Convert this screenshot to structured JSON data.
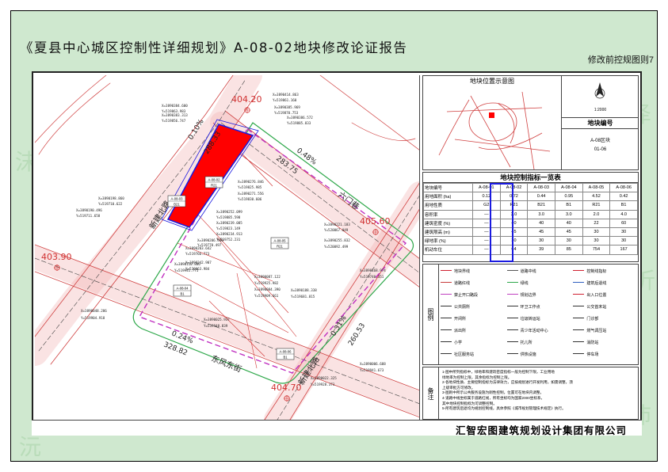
{
  "title": "《夏县中心城区控制性详细规划》A-08-02地块修改论证报告",
  "subtitle": "修改前控规图则7",
  "company": "汇智宏图建筑规划设计集团有限公司",
  "map": {
    "elevations": [
      "404.20",
      "403.90",
      "405.60",
      "404.70"
    ],
    "slopes": [
      "0.10%",
      "0.48%",
      "0.31%",
      "0.24%"
    ],
    "lengths": [
      "288.33",
      "283.75",
      "260.53",
      "328.82"
    ],
    "streets": [
      "新建北路",
      "六门巷",
      "东风东街",
      "新建北路"
    ],
    "plots": [
      {
        "id": "A-08-02",
        "use": "R21"
      },
      {
        "id": "A-08-03",
        "use": "B21"
      },
      {
        "id": "A-08-05",
        "use": "R21"
      },
      {
        "id": "A-08-04",
        "use": "B1"
      },
      {
        "id": "A-08-06",
        "use": "B1"
      }
    ],
    "coords": [
      "X=3890414.863",
      "Y=519861.160",
      "X=3890384.600",
      "Y=519863.983",
      "X=3890383.313",
      "Y=519856.747",
      "X=3890385.969",
      "Y=519870.753",
      "X=3890386.572",
      "Y=519885.833",
      "X=3890276.846",
      "Y=519825.985",
      "X=3890271.556",
      "Y=519830.606",
      "X=3890198.860",
      "Y=519710.622",
      "X=3890190.496",
      "Y=519711.658",
      "X=3890252.099",
      "Y=519885.598",
      "X=3890239.085",
      "Y=519823.149",
      "X=3890234.913",
      "Y=519752.231",
      "X=3890206.510",
      "Y=519770.497",
      "X=3890203.642",
      "Y=519766.773",
      "X=3890242.907",
      "Y=520063.984",
      "X=3890221.183",
      "Y=520067.049",
      "X=3890255.832",
      "Y=520092.499",
      "X=3890168.974",
      "Y=519740.351",
      "X=3890110.886",
      "Y=519941.771",
      "X=3890087.122",
      "Y=519925.982",
      "X=3890084.390",
      "Y=519909.661",
      "X=3890188.338",
      "Y=519681.815",
      "X=3890048.286",
      "Y=519904.918",
      "X=3890025.937",
      "Y=519948.839",
      "X=3890006.688",
      "Y=519941.673",
      "X=3890022.325",
      "Y=519928.373"
    ]
  },
  "minimap": {
    "title": "地块位置示意图",
    "scale": "1:2000"
  },
  "index": {
    "title": "地块编号",
    "value_line1": "A-08区块",
    "value_line2": "01-06"
  },
  "table": {
    "title": "地块控制指标一览表",
    "rows": [
      [
        "地块编号",
        "A-08-01",
        "A-08-02",
        "A-08-03",
        "A-08-04",
        "A-08-05",
        "A-08-06"
      ],
      [
        "用地面积 (ha)",
        "0.12",
        "0.72",
        "0.44",
        "0.95",
        "4.52",
        "0.42"
      ],
      [
        "用地性质",
        "G2",
        "R21",
        "B21",
        "B1",
        "R21",
        "B1"
      ],
      [
        "容积率",
        "—",
        "3.0",
        "3.0",
        "3.0",
        "2.0",
        "4.0"
      ],
      [
        "建筑密度 (%)",
        "—",
        "40",
        "40",
        "40",
        "22",
        "60"
      ],
      [
        "建筑限高 (m)",
        "—",
        "45",
        "45",
        "45",
        "30",
        "30"
      ],
      [
        "绿地率 (%)",
        "—",
        "30",
        "30",
        "30",
        "30",
        "30"
      ],
      [
        "机动车位",
        "—",
        "64",
        "39",
        "85",
        "754",
        "167"
      ]
    ]
  },
  "legend": {
    "title": "图例",
    "items": [
      {
        "label": "地块界线",
        "color": "#d02030"
      },
      {
        "label": "道路中线",
        "color": "#555555"
      },
      {
        "label": "控制线指标",
        "color": "#d02030"
      },
      {
        "label": "道路红线",
        "color": "#c83c3c"
      },
      {
        "label": "绿线",
        "color": "#2ea84a"
      },
      {
        "label": "建筑后退线",
        "color": "#3060c0"
      },
      {
        "label": "禁止开口路段",
        "color": "#c040c0"
      },
      {
        "label": "规划边界",
        "color": "#c040c0"
      },
      {
        "label": "出入口位置",
        "color": "#d02030"
      },
      {
        "label": "公共厕所",
        "color": "#333333"
      },
      {
        "label": "环卫工作点",
        "color": "#333333"
      },
      {
        "label": "公交首末站",
        "color": "#333333"
      },
      {
        "label": "开闭所",
        "color": "#333333"
      },
      {
        "label": "垃圾转运站",
        "color": "#333333"
      },
      {
        "label": "门诊部",
        "color": "#333333"
      },
      {
        "label": "派出所",
        "color": "#333333"
      },
      {
        "label": "青少年活动中心",
        "color": "#333333"
      },
      {
        "label": "燃气调压站",
        "color": "#333333"
      },
      {
        "label": "小学",
        "color": "#333333"
      },
      {
        "label": "托儿所",
        "color": "#333333"
      },
      {
        "label": "消防站",
        "color": "#333333"
      },
      {
        "label": "社区服务站",
        "color": "#333333"
      },
      {
        "label": "供热设施",
        "color": "#333333"
      },
      {
        "label": "停车场",
        "color": "#333333"
      }
    ]
  },
  "notes": {
    "title": "备注",
    "lines": [
      "1-图中所列指标中，绿地率和建筑密度指标一般为控制下限，工业用地",
      "  绿地率为控制上限，其余指标为控制上限。",
      "2-各地块性质、主要控制指标为法律效力，应按规划进行开发利用，如需调整，须",
      "  上级审批方可修改。",
      "3-图则中所示公共服务设施为刚性控制，位置可在地块内调整。",
      "4-道路中线坐标属于道路红线，所有坐标均为国家2000坐标系，",
      "  其中地块控制指标为可调整控制。",
      "5-所有建筑后退均为规划控制线，具体参照《城市规划管理技术规定》执行。"
    ]
  },
  "colors": {
    "site": "#ff0000",
    "boundary": "#c030c0",
    "road": "#d04040",
    "green": "#2ea84a",
    "blue": "#1a1ae0"
  }
}
